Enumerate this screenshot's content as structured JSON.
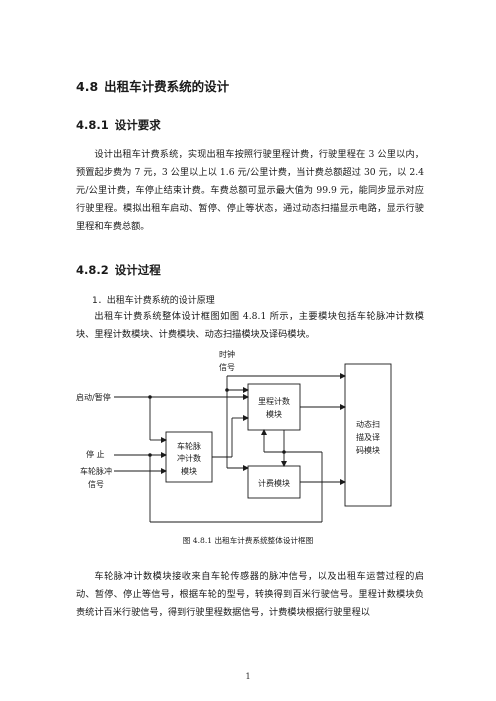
{
  "heading1": {
    "number": "4.8",
    "title": "出租车计费系统的设计"
  },
  "section1": {
    "number": "4.8.1",
    "title": "设计要求"
  },
  "para1": "设计出租车计费系统，实现出租车按照行驶里程计费，行驶里程在 3 公里以内，预置起步费为 7 元，3 公里以上以 1.6 元/公里计费，当计费总额超过 30 元，以 2.4 元/公里计费，车停止结束计费。车费总额可显示最大值为 99.9 元，能同步显示对应行驶里程。模拟出租车启动、暂停、停止等状态，通过动态扫描显示电路，显示行驶里程和车费总额。",
  "section2": {
    "number": "4.8.2",
    "title": "设计过程"
  },
  "subsection": "1．出租车计费系统的设计原理",
  "para2": "出租车计费系统整体设计框图如图 4.8.1 所示，主要模块包括车轮脉冲计数模块、里程计数模块、计费模块、动态扫描模块及译码模块。",
  "diagram": {
    "clock": [
      "时钟",
      "信号"
    ],
    "start_pause": "启动/暂停",
    "stop": "停  止",
    "wheel_pulse": [
      "车轮脉冲",
      "信号"
    ],
    "wheel_counter": [
      "车轮脉",
      "冲计数",
      "模块"
    ],
    "mileage_counter": [
      "里程计数",
      "模块"
    ],
    "fare_module": "计费模块",
    "scan_decode": [
      "动态扫",
      "描及译",
      "码模块"
    ]
  },
  "caption": "图 4.8.1  出租车计费系统整体设计框图",
  "para3": "车轮脉冲计数模块接收来自车轮传感器的脉冲信号，以及出租车运营过程的启动、暂停、停止等信号，根据车轮的型号，转换得到百米行驶信号。里程计数模块负责统计百米行驶信号，得到行驶里程数据信号，计费模块根据行驶里程以",
  "page_number": "1"
}
